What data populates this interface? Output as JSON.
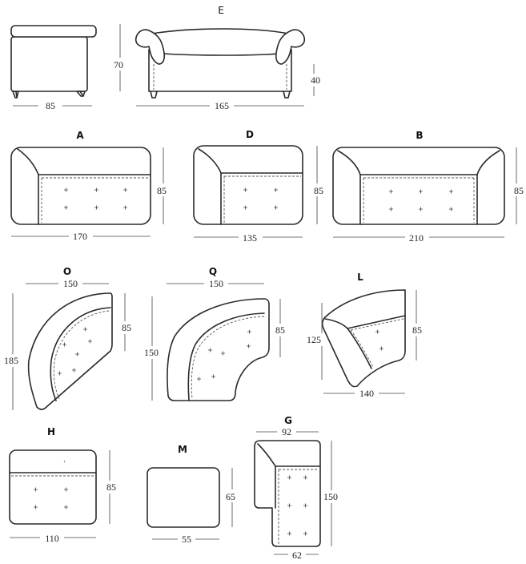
{
  "modules": {
    "E": {
      "label": "E",
      "width": "165",
      "depth": "85",
      "height": "70",
      "seat_height": "40"
    },
    "A": {
      "label": "A",
      "width": "170",
      "depth": "85"
    },
    "D": {
      "label": "D",
      "width": "135",
      "depth": "85"
    },
    "B": {
      "label": "B",
      "width": "210",
      "depth": "85"
    },
    "O": {
      "label": "O",
      "width": "150",
      "depth": "85",
      "height": "185"
    },
    "Q": {
      "label": "Q",
      "width": "150",
      "depth": "85",
      "height": "150"
    },
    "L": {
      "label": "L",
      "width": "140",
      "depth": "85",
      "height": "125"
    },
    "H": {
      "label": "H",
      "width": "110",
      "depth": "85"
    },
    "M": {
      "label": "M",
      "width": "55",
      "depth": "65"
    },
    "G": {
      "label": "G",
      "width": "92",
      "depth": "150",
      "seat_width": "62"
    }
  }
}
